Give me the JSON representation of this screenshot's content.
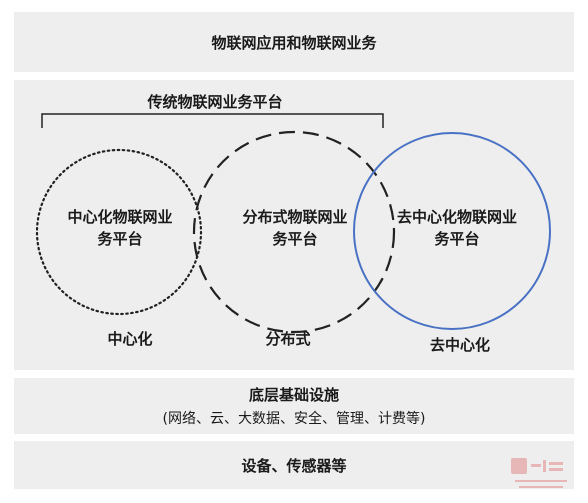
{
  "top_band": {
    "title": "物联网应用和物联网业务"
  },
  "platform": {
    "traditional_label": "传统物联网业务平台",
    "circles": [
      {
        "line1": "中心化物联网业",
        "line2": "务平台",
        "caption": "中心化",
        "style": "dotted"
      },
      {
        "line1": "分布式物联网业",
        "line2": "务平台",
        "caption": "分布式",
        "style": "dashed"
      },
      {
        "line1": "去中心化物联网业",
        "line2": "务平台",
        "caption": "去中心化",
        "style": "solid",
        "color": "#4a72c4"
      }
    ]
  },
  "infra_band": {
    "title": "底层基础设施",
    "subtitle": "(网络、云、大数据、安全、管理、计费等)"
  },
  "bottom_band": {
    "title": "设备、传感器等"
  },
  "colors": {
    "band": "#eeeeee",
    "blue_circle": "#4a72c4",
    "watermark": "#d9534f"
  }
}
